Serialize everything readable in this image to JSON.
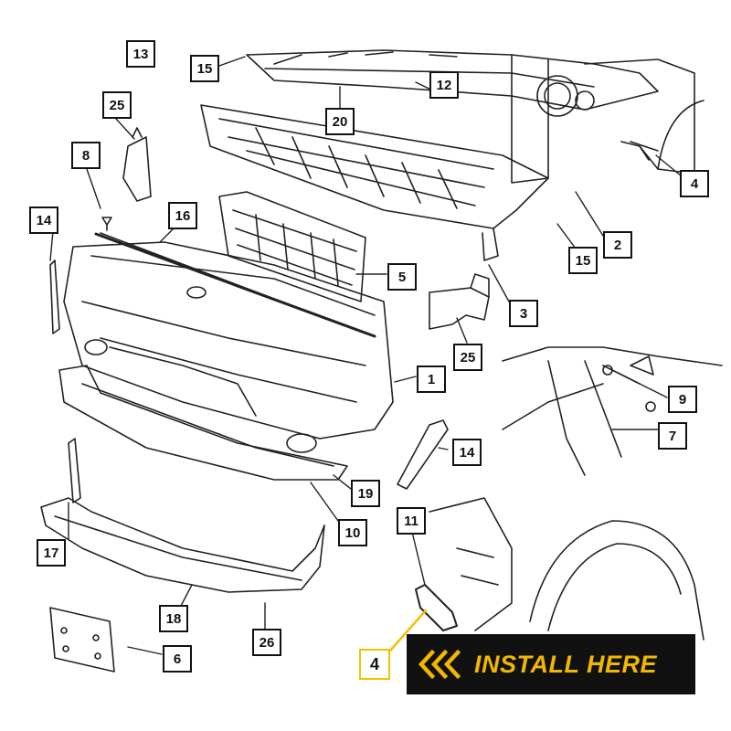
{
  "callouts": [
    {
      "id": "c13",
      "label": "13"
    },
    {
      "id": "c15a",
      "label": "15"
    },
    {
      "id": "c25a",
      "label": "25"
    },
    {
      "id": "c8",
      "label": "8"
    },
    {
      "id": "c20",
      "label": "20"
    },
    {
      "id": "c12",
      "label": "12"
    },
    {
      "id": "c1",
      "label": "1"
    },
    {
      "id": "c4a",
      "label": "4"
    },
    {
      "id": "c14a",
      "label": "14"
    },
    {
      "id": "c16",
      "label": "16"
    },
    {
      "id": "c2",
      "label": "2"
    },
    {
      "id": "c15b",
      "label": "15"
    },
    {
      "id": "c5",
      "label": "5"
    },
    {
      "id": "c3",
      "label": "3"
    },
    {
      "id": "c25b",
      "label": "25"
    },
    {
      "id": "c9",
      "label": "9"
    },
    {
      "id": "c7",
      "label": "7"
    },
    {
      "id": "c14b",
      "label": "14"
    },
    {
      "id": "c19",
      "label": "19"
    },
    {
      "id": "c10",
      "label": "10"
    },
    {
      "id": "c11",
      "label": "11"
    },
    {
      "id": "c17",
      "label": "17"
    },
    {
      "id": "c18",
      "label": "18"
    },
    {
      "id": "c26",
      "label": "26"
    },
    {
      "id": "c6",
      "label": "6"
    },
    {
      "id": "c4b",
      "label": "4"
    }
  ],
  "banner": {
    "text": "INSTALL HERE",
    "icon": "triple-chevron-left-icon"
  },
  "colors": {
    "accent": "#f2b800",
    "line": "#222222",
    "banner_bg": "#111111"
  }
}
